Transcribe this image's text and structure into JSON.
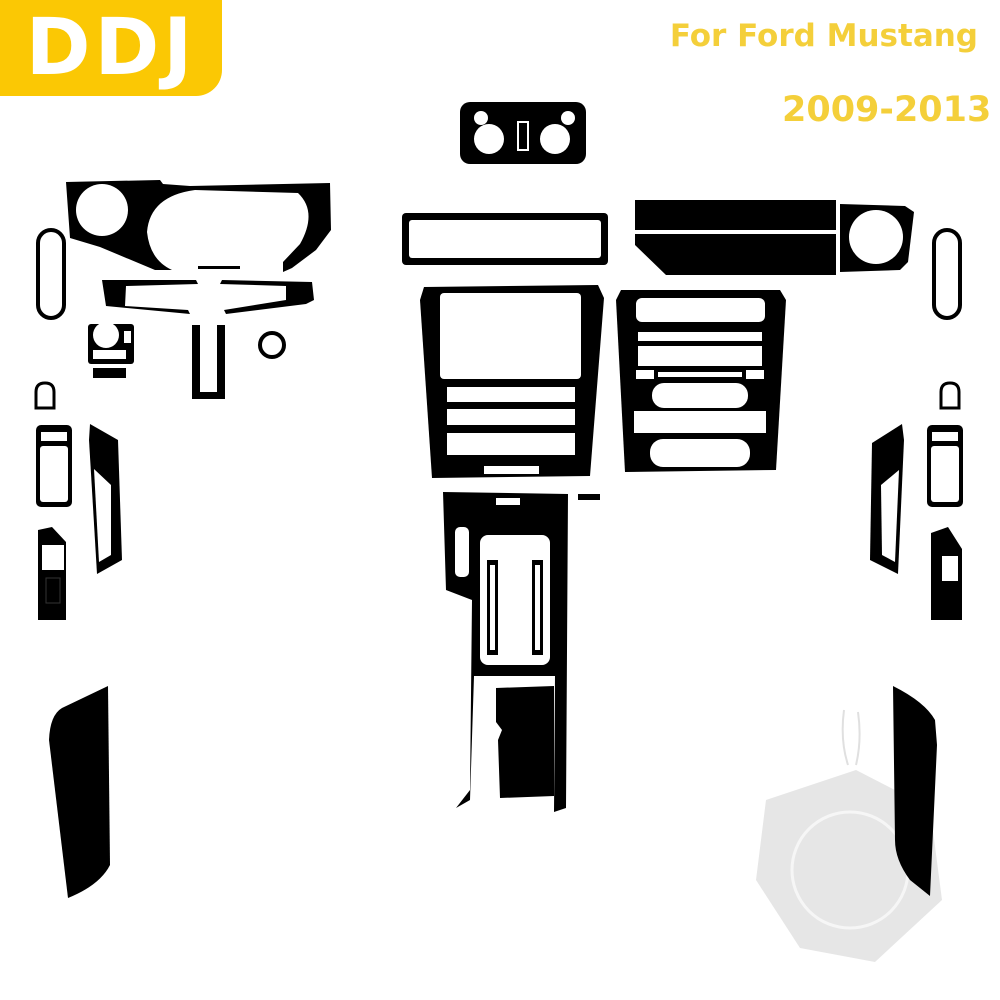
{
  "brand": {
    "logo_text": "DDJ",
    "color": "#fbc804",
    "text_color": "#ffffff"
  },
  "product": {
    "title": "For Ford Mustang",
    "years": "2009-2013",
    "text_color": "#f4cf3a"
  },
  "parts": [
    {
      "name": "dome-light-panel"
    },
    {
      "name": "instrument-cluster-bezel"
    },
    {
      "name": "dash-vent-trim"
    },
    {
      "name": "steering-column-cover"
    },
    {
      "name": "headlight-switch-panel"
    },
    {
      "name": "ignition-ring"
    },
    {
      "name": "upper-center-strip"
    },
    {
      "name": "passenger-dash-panel"
    },
    {
      "name": "navigation-bezel"
    },
    {
      "name": "climate-control-panel"
    },
    {
      "name": "center-console-gear-panel"
    },
    {
      "name": "door-handle-oval-left"
    },
    {
      "name": "door-handle-oval-right"
    },
    {
      "name": "lock-button-left"
    },
    {
      "name": "lock-button-right"
    },
    {
      "name": "window-switch-left"
    },
    {
      "name": "window-switch-right"
    },
    {
      "name": "door-grip-left"
    },
    {
      "name": "door-grip-right"
    },
    {
      "name": "door-panel-left"
    },
    {
      "name": "door-panel-right"
    }
  ],
  "watermark": {
    "shape": "hexagon-mascot",
    "color": "#e6e6e6"
  }
}
